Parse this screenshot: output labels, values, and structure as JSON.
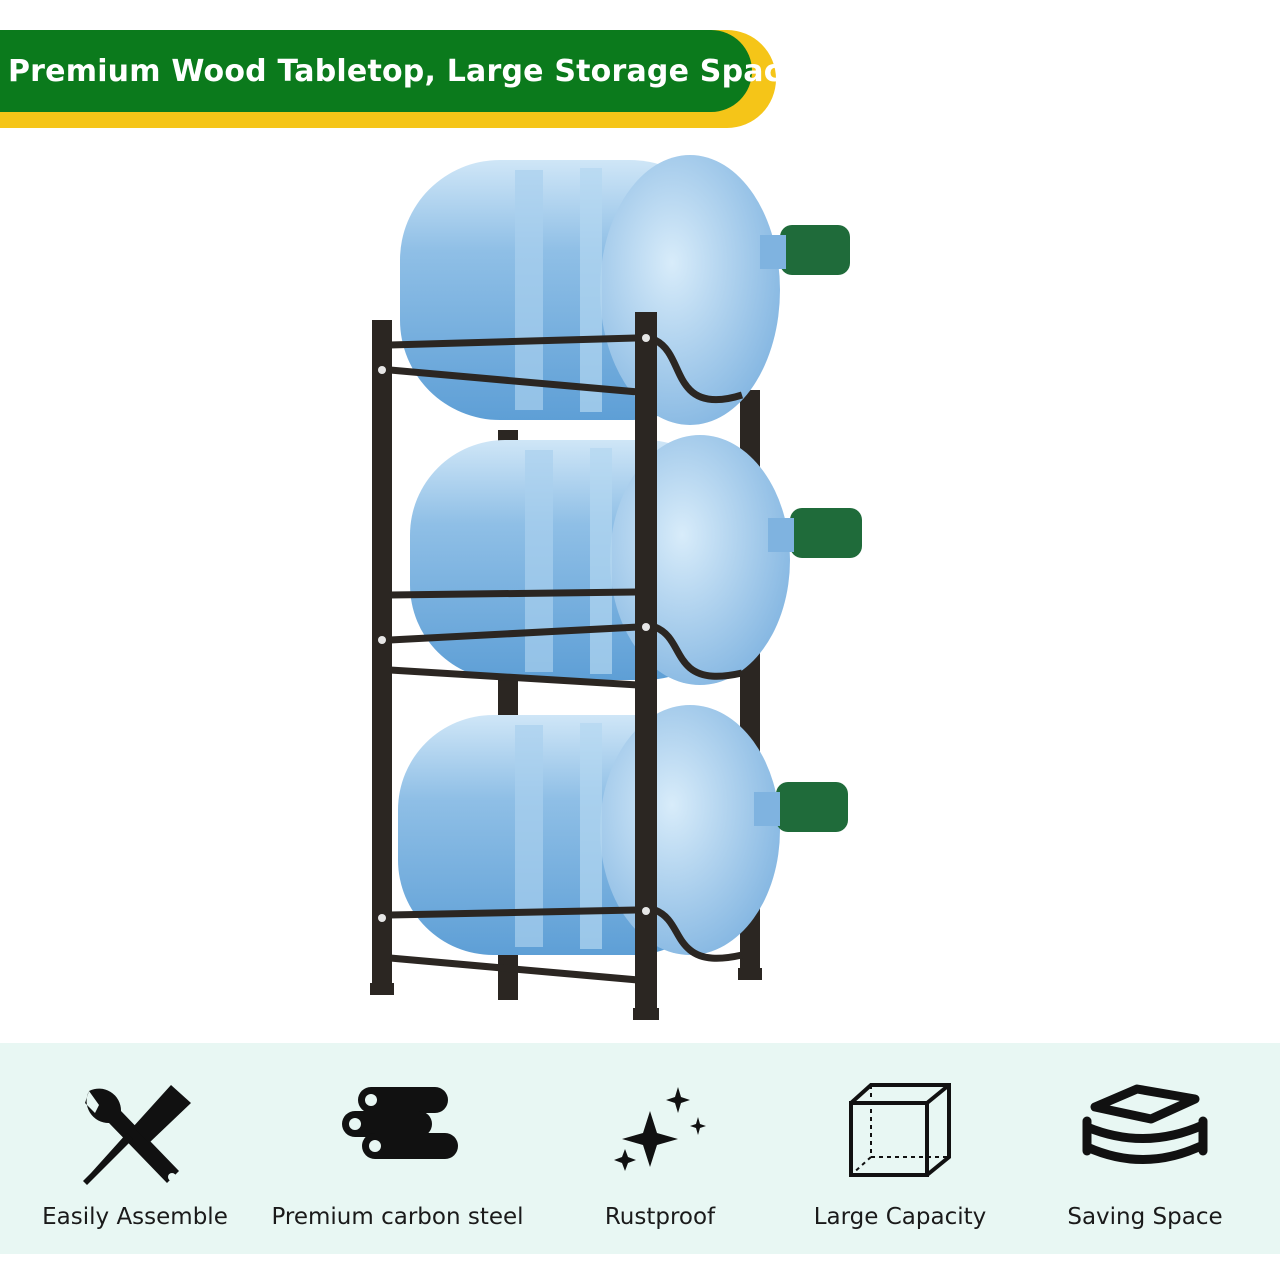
{
  "banner": {
    "title": "Premium Wood Tabletop, Large Storage Space"
  },
  "colors": {
    "banner_green": "#0b7a1c",
    "banner_yellow": "#f5c518",
    "features_bg": "#e8f7f3",
    "bottle_blue": "#8fbfe6",
    "rack_frame": "#2b2622",
    "cap_green": "#1f6b3a"
  },
  "product": {
    "name": "three-tier-water-bottle-rack",
    "bottles": 3
  },
  "features": [
    {
      "icon": "tools-icon",
      "label": "Easily Assemble"
    },
    {
      "icon": "steel-pipes-icon",
      "label": "Premium carbon steel"
    },
    {
      "icon": "sparkles-icon",
      "label": "Rustproof"
    },
    {
      "icon": "cube-icon",
      "label": "Large Capacity"
    },
    {
      "icon": "stacked-layers-icon",
      "label": "Saving Space"
    }
  ]
}
